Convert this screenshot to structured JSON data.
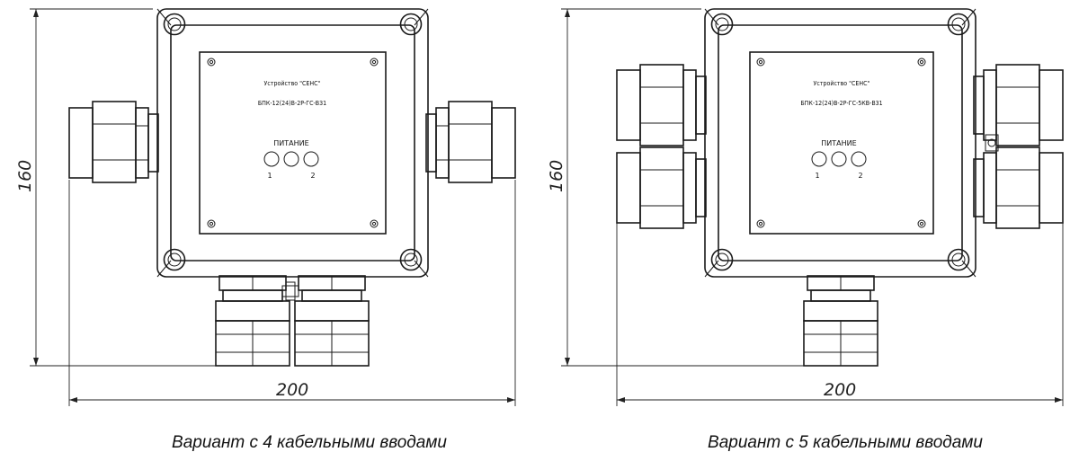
{
  "variants": [
    {
      "device_label": "Устройство \"СЕНС\"",
      "model": "БПК-12(24)В-2Р-ГС-В31",
      "power_label": "ПИТАНИЕ",
      "led_label_1": "1",
      "led_label_2": "2",
      "dim_width": "200",
      "dim_height": "160",
      "caption": "Вариант с 4 кабельными вводами"
    },
    {
      "device_label": "Устройство \"СЕНС\"",
      "model": "БПК-12(24)В-2Р-ГС-5КВ-В31",
      "power_label": "ПИТАНИЕ",
      "led_label_1": "1",
      "led_label_2": "2",
      "dim_width": "200",
      "dim_height": "160",
      "caption": "Вариант с 5 кабельными вводами"
    }
  ]
}
